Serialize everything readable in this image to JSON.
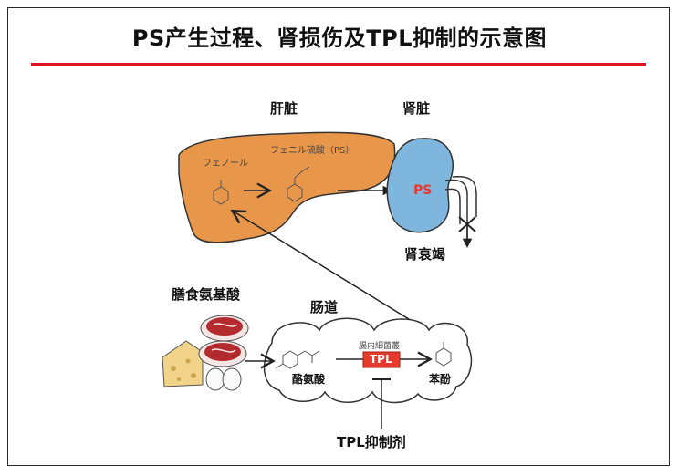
{
  "title": "PS产生过程、肾损伤及TPL抑制的示意图",
  "labels": {
    "liver": "肝脏",
    "kidney": "肾脏",
    "phenol_jp": "フェノール",
    "phenyl_sulfate_jp": "フェニル硫酸（PS）",
    "ps": "PS",
    "renal_failure": "肾衰竭",
    "diet": "膳食氨基酸",
    "intestine": "肠道",
    "gut_bacteria_jp": "腸内細菌叢",
    "tpl": "TPL",
    "tyrosine": "酪氨酸",
    "phenol": "苯酚",
    "inhibitor": "TPL抑制剂"
  },
  "colors": {
    "liver": "#e8964a",
    "kidney": "#7fb6dd",
    "tpl_box": "#e53a2c",
    "ps_text": "#e53a2c",
    "rule": "#e0141e"
  }
}
